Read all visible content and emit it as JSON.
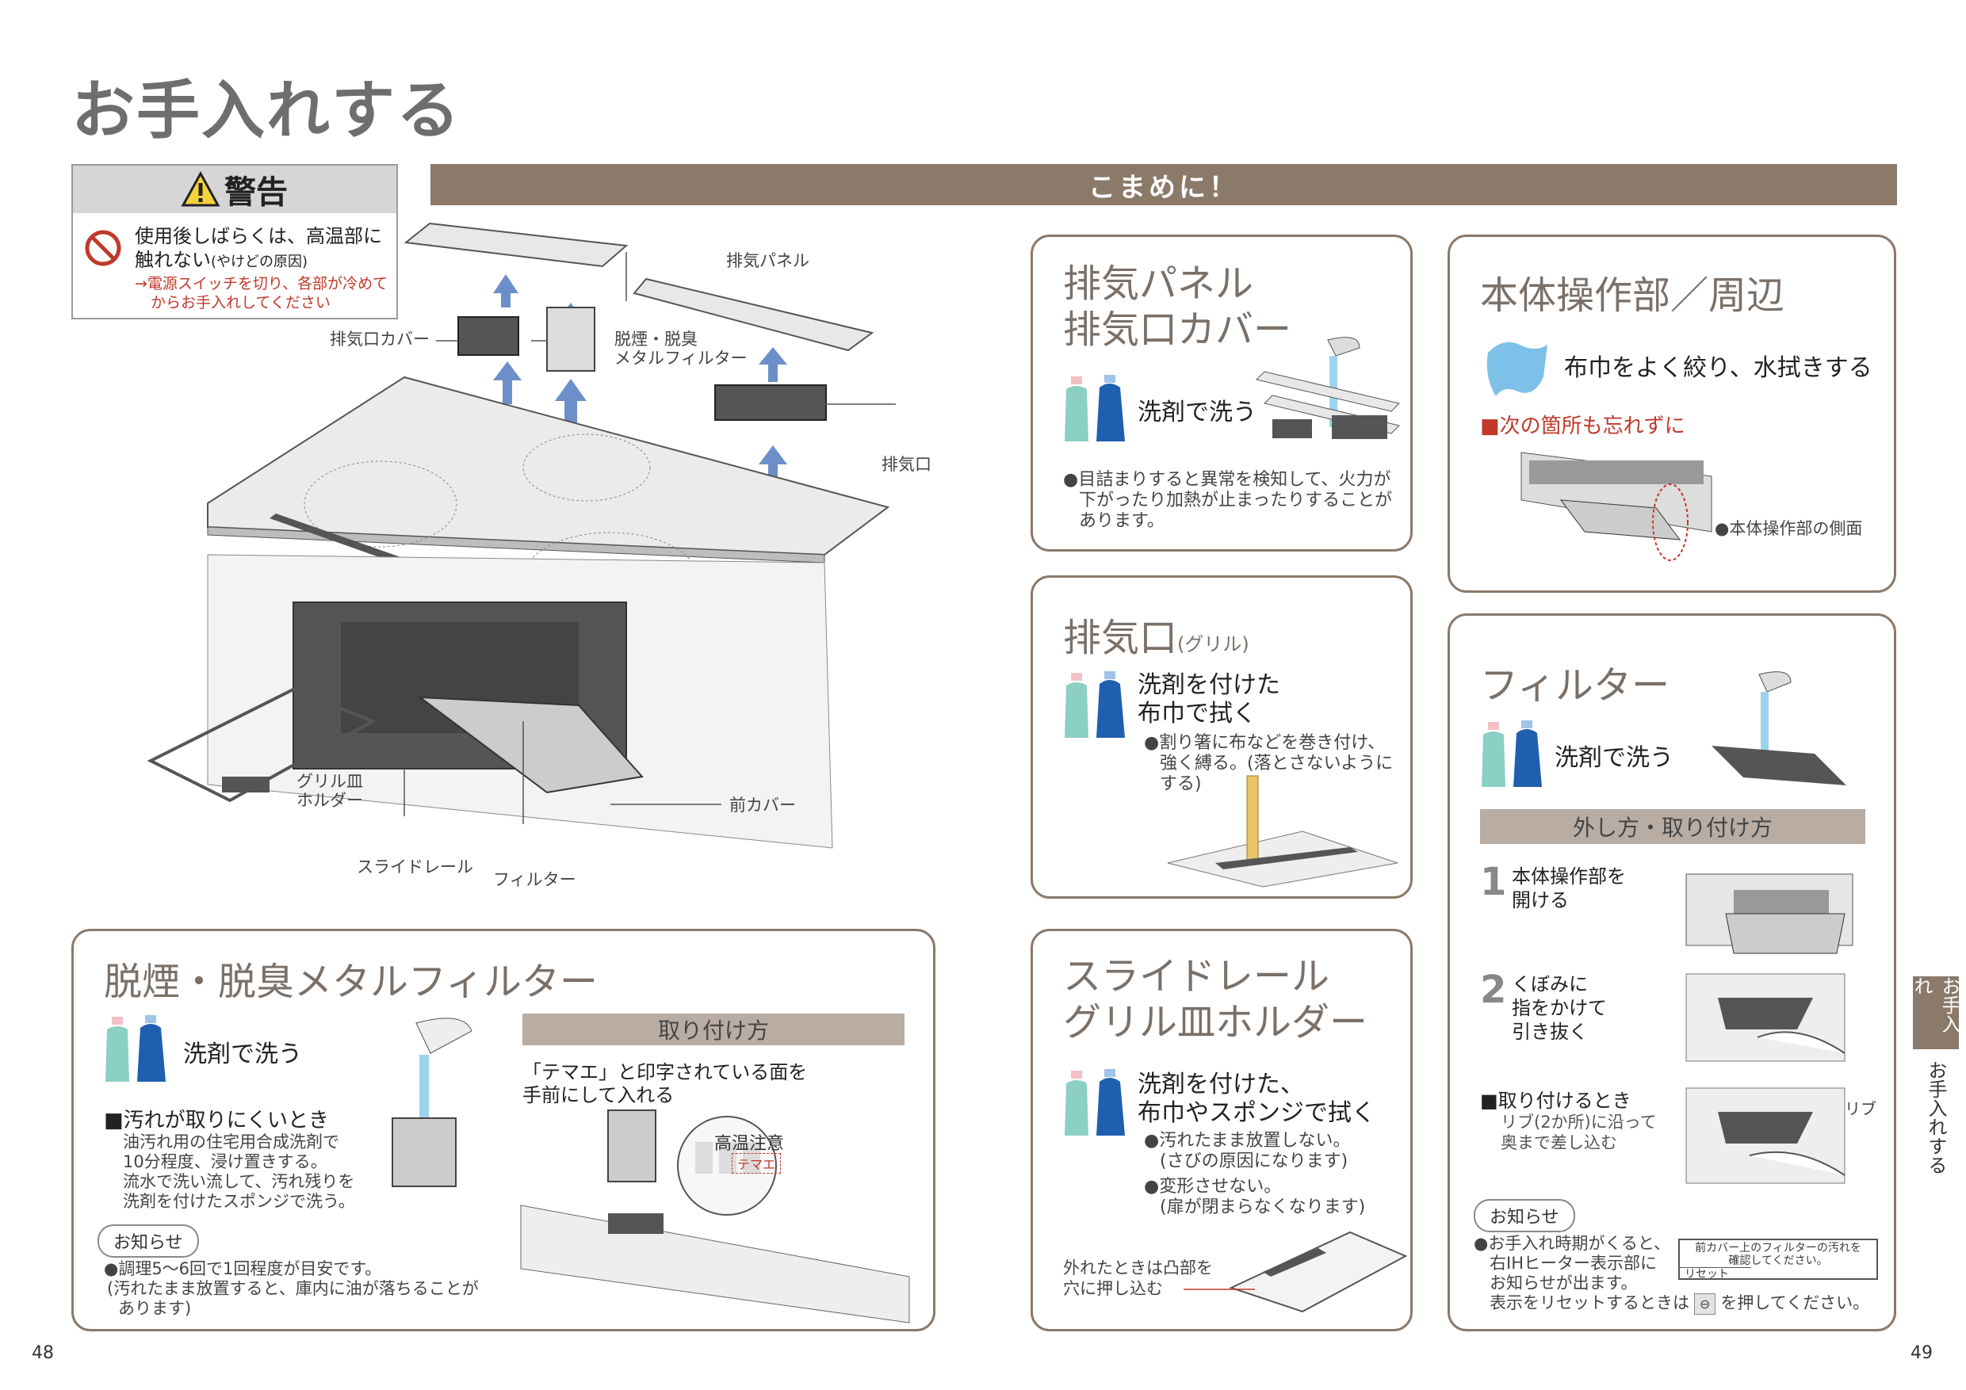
{
  "page_title": "お手入れする",
  "warning": {
    "heading": "警告",
    "main": "使用後しばらくは、高温部に触れない",
    "main_line1": "使用後しばらくは、高温部に",
    "main_line2": "触れない",
    "cause": "(やけどの原因)",
    "instruction_line1": "→電源スイッチを切り、各部が冷めて",
    "instruction_line2": "からお手入れしてください"
  },
  "banner": "こまめに！",
  "diagram_labels": {
    "exhaust_panel": "排気パネル",
    "exhaust_cover": "排気口カバー",
    "metal_filter_1": "脱煙・脱臭",
    "metal_filter_2": "メタルフィルター",
    "exhaust_port": "排気口",
    "grill_holder_1": "グリル皿",
    "grill_holder_2": "ホルダー",
    "front_cover": "前カバー",
    "slide_rail": "スライドレール",
    "filter": "フィルター"
  },
  "panel_exhaust_panel": {
    "title_line1": "排気パネル",
    "title_line2": "排気口カバー",
    "action": "洗剤で洗う",
    "note_line1": "●目詰まりすると異常を検知して、火力が",
    "note_line2": "下がったり加熱が止まったりすることが",
    "note_line3": "あります。"
  },
  "panel_body": {
    "title": "本体操作部／周辺",
    "action": "布巾をよく絞り、水拭きする",
    "reminder": "■次の箇所も忘れずに",
    "point": "●本体操作部の側面"
  },
  "panel_exhaust_port": {
    "title": "排気口",
    "title_sub": "(グリル)",
    "action_line1": "洗剤を付けた",
    "action_line2": "布巾で拭く",
    "note_line1": "●割り箸に布などを巻き付け、",
    "note_line2": "強く縛る。(落とさないようにする)"
  },
  "panel_filter": {
    "title": "フィルター",
    "action": "洗剤で洗う",
    "bar": "外し方・取り付け方",
    "step1_num": "1",
    "step1_line1": "本体操作部を",
    "step1_line2": "開ける",
    "step2_num": "2",
    "step2_line1": "くぼみに",
    "step2_line2": "指をかけて",
    "step2_line3": "引き抜く",
    "attach_head": "■取り付けるとき",
    "attach_line1": "リブ(2か所)に沿って",
    "attach_line2": "奥まで差し込む",
    "rib": "リブ",
    "notice": "お知らせ",
    "notice_line1": "●お手入れ時期がくると、",
    "notice_line2": "右IHヒーター表示部に",
    "notice_line3": "お知らせが出ます。",
    "notice_line4a": "表示をリセットするときは",
    "notice_line4b": "を押してください。",
    "key": "⊖",
    "display_line1": "前カバー上のフィルターの汚れを",
    "display_line2": "確認してください。",
    "display_reset": "リセット"
  },
  "panel_metal_filter": {
    "title": "脱煙・脱臭メタルフィルター",
    "action": "洗剤で洗う",
    "hard_head": "■汚れが取りにくいとき",
    "hard_line1": "油汚れ用の住宅用合成洗剤で",
    "hard_line2": "10分程度、浸け置きする。",
    "hard_line3": "流水で洗い流して、汚れ残りを",
    "hard_line4": "洗剤を付けたスポンジで洗う。",
    "notice": "お知らせ",
    "notice_line1": "●調理5〜6回で1回程度が目安です。",
    "notice_line2": "(汚れたまま放置すると、庫内に油が落ちることが",
    "notice_line3": "あります)",
    "bar": "取り付け方",
    "attach_line1": "「テマエ」と印字されている面を",
    "attach_line2": "手前にして入れる",
    "label_hot": "高温注意",
    "label_temae": "テマエ"
  },
  "panel_slide": {
    "title_line1": "スライドレール",
    "title_line2": "グリル皿ホルダー",
    "action_line1": "洗剤を付けた、",
    "action_line2": "布巾やスポンジで拭く",
    "note1_line1": "●汚れたまま放置しない。",
    "note1_line2": "(さびの原因になります)",
    "note2_line1": "●変形させない。",
    "note2_line2": "(扉が閉まらなくなります)",
    "tip_line1": "外れたときは凸部を",
    "tip_line2": "穴に押し込む"
  },
  "page_left": "48",
  "page_right": "49",
  "side_tab": "お手入れ",
  "side_text": "お手入れする",
  "colors": {
    "accent_brown": "#8b7969",
    "bar_gray_brown": "#b8aca3",
    "bottle_teal": "#8ccfc4",
    "bottle_blue": "#1f5fb0",
    "warning_red": "#c0392b",
    "arrow_blue": "#6d8fc9"
  }
}
